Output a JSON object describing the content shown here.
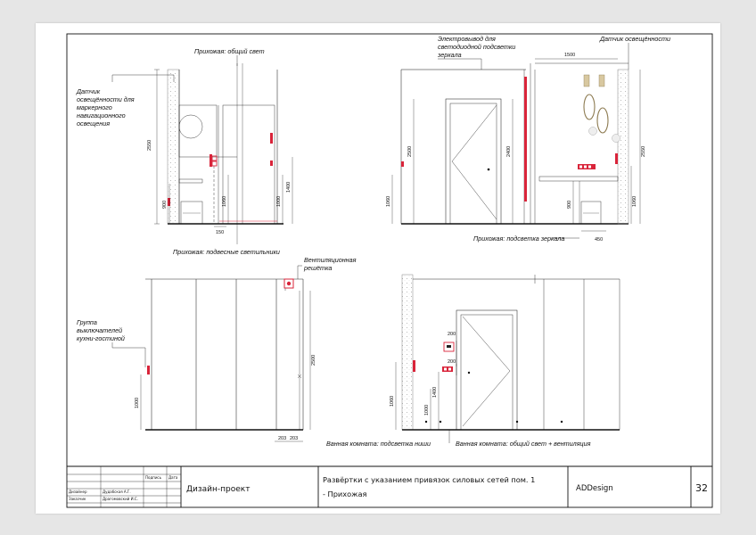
{
  "labels": {
    "hall_general_light": "Прихожая: общий свет",
    "sensor_marker_nav": [
      "Датчик",
      "освещённости для",
      "маркерного",
      "навигационного",
      "освещения"
    ],
    "hall_pendant_lights": "Прихожая: подвесные светильники",
    "electro_outlet_mirror": [
      "Электровывод для",
      "светодиодной подсветки",
      "зеркала"
    ],
    "light_sensor": "Датчик освещённости",
    "hall_mirror_light": "Прихожая: подсветка зеркала",
    "ventilation_grille": [
      "Вентиляционная",
      "решётка"
    ],
    "switch_group": [
      "Группа",
      "выключателей",
      "кухни-гостиной"
    ],
    "bathroom_niche_light": "Ванная комната: подсветка ниши",
    "bathroom_light_vent": "Ванная комната: общий свет + вентиляция"
  },
  "dims": {
    "v1_height": "2550",
    "v1_900": "900",
    "v1_1060": "1060",
    "v1_1000": "1000",
    "v1_1400": "1400",
    "v1_150": "150",
    "v2_2500": "2500",
    "v2_2400": "2400",
    "v2_1060": "1060",
    "v2_1500": "1500",
    "v2_2550": "2550",
    "v2_900": "900",
    "v2_1060b": "1060",
    "v2_450": "450",
    "v3_1000": "1000",
    "v3_2500": "2500",
    "v3_203a": "203",
    "v3_203b": "203",
    "v4_200a": "200",
    "v4_200b": "200",
    "v4_1400": "1400",
    "v4_1000": "1000",
    "v4_1060": "1060"
  },
  "title_block": {
    "sign_col": "Подпись",
    "date_col": "Дата",
    "designer_role": "Дизайнер",
    "designer_name": "Дудабская А.Г.",
    "customer_role": "Заказчик",
    "customer_name": "Драгомовский И.С.",
    "project": "Дизайн-проект",
    "sheet_title_1": "Развёртки с указанием привязок силовых сетей пом. 1",
    "sheet_title_2": "- Прихожая",
    "company": "ADDesign",
    "sheet_no": "32"
  },
  "colors": {
    "accent": "#d9243a",
    "line": "#111111",
    "hatch": "#9a9a9a"
  }
}
